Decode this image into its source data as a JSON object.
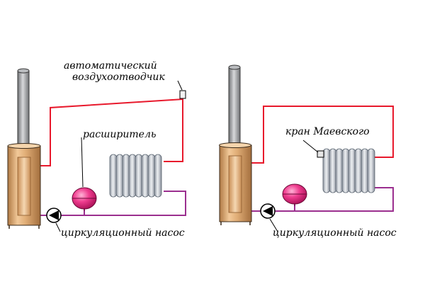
{
  "labels": {
    "air_vent_line1": "автоматический",
    "air_vent_line2": "воздухоотводчик",
    "expander": "расширитель",
    "pump_left": "циркуляционный насос",
    "mayevsky_valve": "кран Маевского",
    "pump_right": "циркуляционный насос"
  },
  "colors": {
    "supply_pipe": "#e8192c",
    "return_pipe": "#9b2f8f",
    "boiler_body": "#d9a56e",
    "expansion_tank": "#e81d7c",
    "radiator": "#c6cbd3",
    "chimney": "#9fa1a4"
  }
}
